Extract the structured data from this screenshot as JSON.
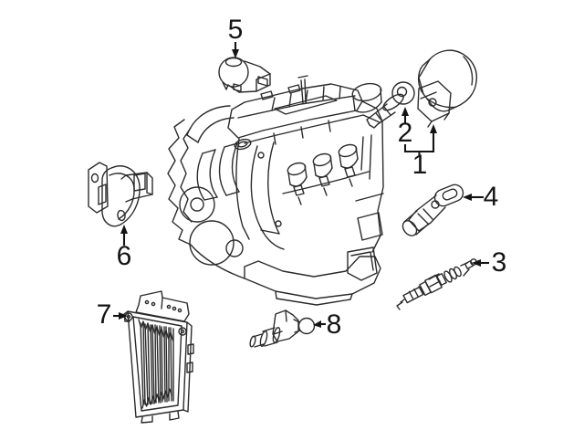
{
  "diagram": {
    "kind": "exploded-parts-line-art",
    "background_color": "#ffffff",
    "line_color": "#2b2b2b",
    "label_color": "#141414",
    "engine": {
      "name": "engine-assembly"
    },
    "callouts": [
      {
        "number": "1",
        "part": "ignition-coil"
      },
      {
        "number": "2",
        "part": "ignition-coil-bolt"
      },
      {
        "number": "3",
        "part": "spark-plug"
      },
      {
        "number": "4",
        "part": "camshaft-position-sensor"
      },
      {
        "number": "5",
        "part": "knock-sensor"
      },
      {
        "number": "6",
        "part": "crankshaft-position-sensor"
      },
      {
        "number": "7",
        "part": "engine-control-module"
      },
      {
        "number": "8",
        "part": "camshaft-adjuster-solenoid"
      }
    ]
  }
}
